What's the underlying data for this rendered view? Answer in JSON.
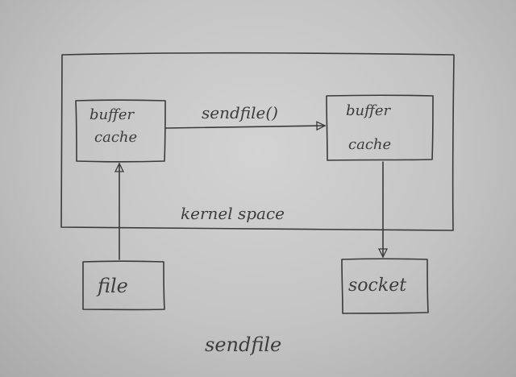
{
  "diagram": {
    "title": "sendfile",
    "region_label": "kernel space",
    "edge_label": "sendfile()",
    "nodes": {
      "left_buffer": [
        "buffer",
        "cache"
      ],
      "right_buffer": [
        "buffer",
        "cache"
      ],
      "file": "file",
      "socket": "socket"
    }
  }
}
